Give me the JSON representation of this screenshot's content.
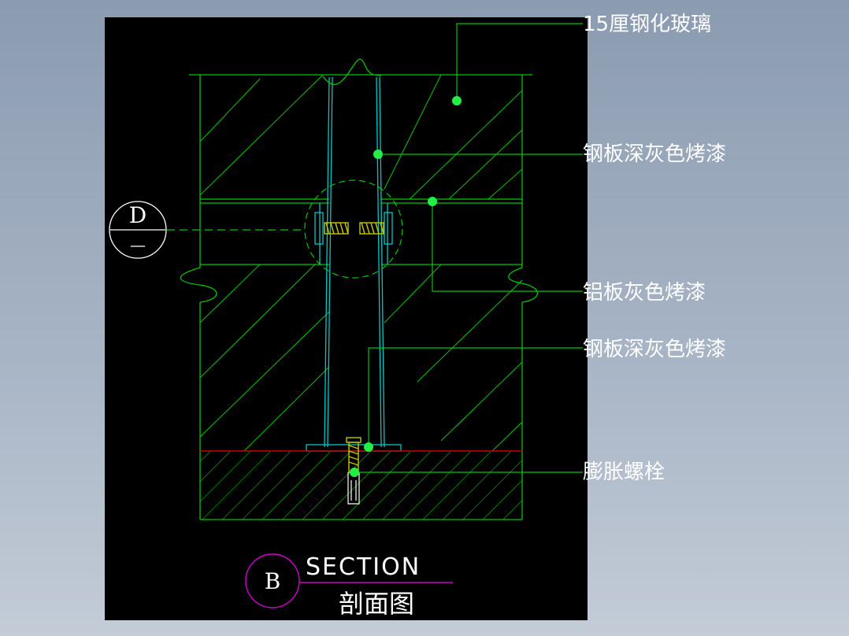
{
  "drawing": {
    "section_ref": "B",
    "section_title_en": "SECTION",
    "section_title_cn": "剖面图",
    "detail_ref": "D",
    "detail_sub": "—"
  },
  "annotations": [
    {
      "id": "glass",
      "text": "15厘钢化玻璃"
    },
    {
      "id": "steel-1",
      "text": "钢板深灰色烤漆"
    },
    {
      "id": "aluminum",
      "text": "铝板灰色烤漆"
    },
    {
      "id": "steel-2",
      "text": "钢板深灰色烤漆"
    },
    {
      "id": "bolt",
      "text": "膨胀螺栓"
    }
  ],
  "colors": {
    "canvas": "#000000",
    "line_green": "#00c800",
    "line_cyan": "#00c8c8",
    "leader_dot": "#22ee44",
    "floor_red": "#c80000",
    "ref_magenta": "#d000d0",
    "bolt_yellow": "#c8c800",
    "text": "#ffffff"
  }
}
